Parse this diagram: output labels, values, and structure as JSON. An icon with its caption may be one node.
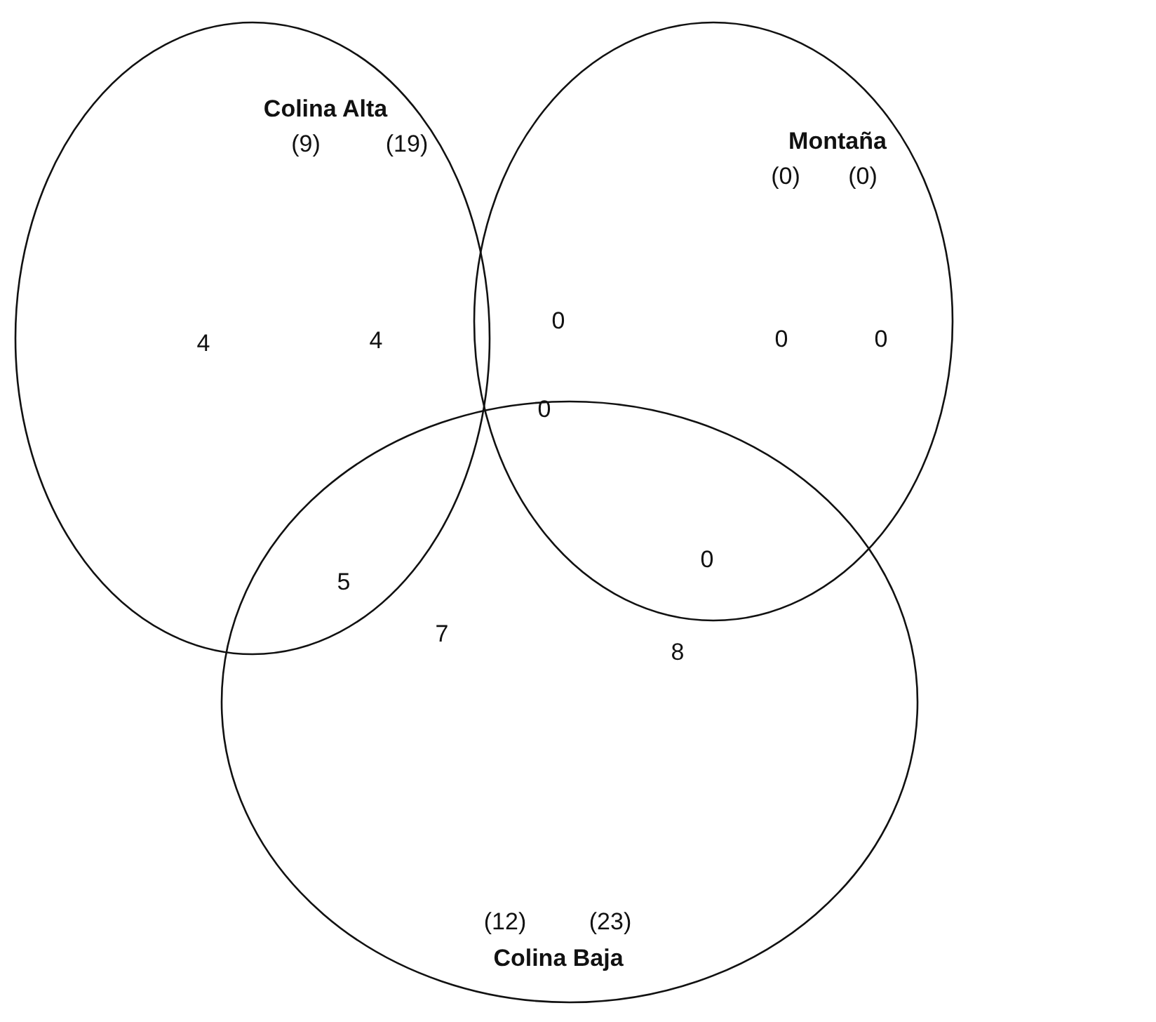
{
  "diagram": {
    "nodes": [
      {
        "text": [
          "Colina Alta",
          "(9)",
          "(19)"
        ]
      },
      {
        "text": [
          "Montaña",
          "(0)",
          "(0)"
        ]
      },
      {
        "text": [
          "(12)",
          "(23)",
          "Colina Baja"
        ]
      }
    ],
    "labels": [
      "4",
      "4",
      "0",
      "0",
      "0",
      "0",
      "5",
      "0",
      "7",
      "8"
    ]
  }
}
